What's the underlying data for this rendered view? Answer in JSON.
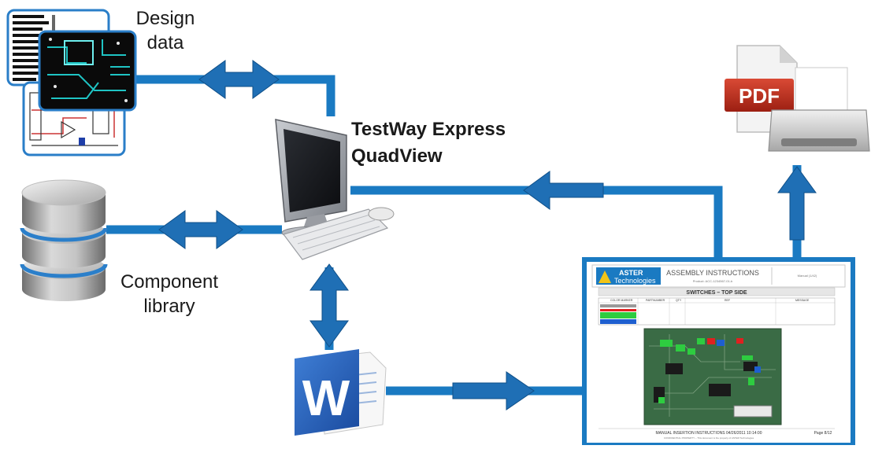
{
  "labels": {
    "design_data": [
      "Design",
      "data"
    ],
    "component_library": [
      "Component",
      "library"
    ],
    "testway": [
      "TestWay Express",
      "QuadView"
    ]
  },
  "icons": {
    "pdf_printer": "PDF",
    "word": "W"
  },
  "document": {
    "brand_line1": "ASTER",
    "brand_line2": "Technologies",
    "header_title": "ASSEMBLY INSTRUCTIONS",
    "header_sub": "Product: ACC-1234567-01-b",
    "header_right": "Manual (1/42)",
    "section_title": "SWITCHES – TOP SIDE",
    "table_headers": [
      "COLOR MARKER",
      "PARTNUMBER",
      "QTY",
      "REF",
      "MESSAGE"
    ],
    "footer_main": "MANUAL INSERTION INSTRUCTIONS 04/26/2011 10:14:00",
    "footer_sub": "CONFIDENTIAL PROPERTY – This document is the property of ASTER Technologies",
    "footer_page": "Page 8/12"
  },
  "colors": {
    "connector": "#1a7ac2",
    "arrow": "#1f6fb5",
    "green_marker": "#2ecc40",
    "red_marker": "#e02020",
    "blue_marker": "#1e5fd0",
    "pcb_green": "#3a6b45"
  }
}
